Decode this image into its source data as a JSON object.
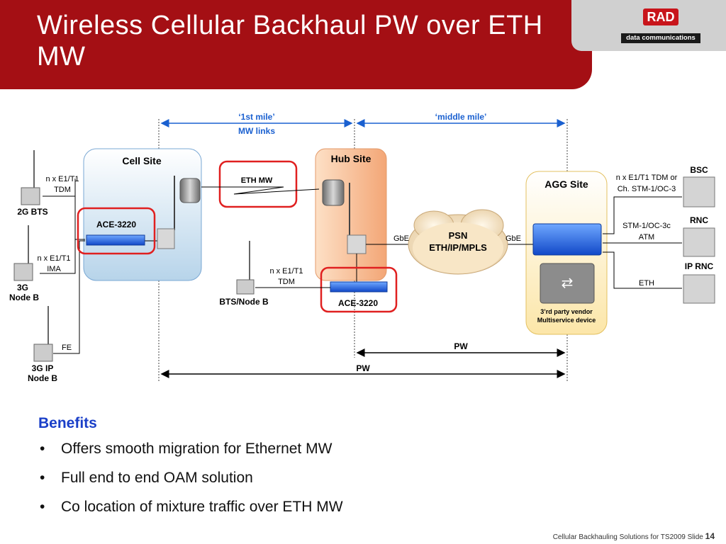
{
  "title": "Wireless Cellular Backhaul PW over ETH MW",
  "logo": {
    "brand": "RAD",
    "tagline": "data communications"
  },
  "diagram": {
    "mile1": "‘1st mile’",
    "mile1_sub": "MW links",
    "middle_mile": "‘middle mile’",
    "cell_site": "Cell Site",
    "hub_site": "Hub Site",
    "agg_site": "AGG Site",
    "eth_mw": "ETH MW",
    "ace_left": "ACE-3220",
    "ace_hub": "ACE-3220",
    "bts2g": "2G BTS",
    "node3g_a": "3G",
    "node3g_b": "Node B",
    "node3gip_a": "3G IP",
    "node3gip_b": "Node B",
    "bts_nodeb": "BTS/Node B",
    "e1t1_a": "n x E1/T1",
    "tdm_a": "TDM",
    "e1t1_b": "n x E1/T1",
    "ima": "IMA",
    "fe": "FE",
    "e1t1_c": "n x E1/T1",
    "tdm_c": "TDM",
    "psn_a": "PSN",
    "psn_b": "ETH/IP/MPLS",
    "gbe_left": "GbE",
    "gbe_right": "GbE",
    "bsc": "BSC",
    "rnc": "RNC",
    "iprnc": "IP RNC",
    "tdm_or_a": "n x E1/T1 TDM or",
    "tdm_or_b": "Ch. STM-1/OC-3",
    "stm_a": "STM-1/OC-3c",
    "stm_b": "ATM",
    "eth": "ETH",
    "vendor_a": "3’rd party vendor",
    "vendor_b": "Multiservice device",
    "pw_short": "PW",
    "pw_long": "PW"
  },
  "benefits": {
    "heading": "Benefits",
    "items": [
      "Offers smooth migration for Ethernet MW",
      "Full end to end OAM solution",
      "Co location of mixture  traffic over ETH MW"
    ]
  },
  "footer": {
    "text": "Cellular Backhauling Solutions for TS2009  Slide",
    "page": "14"
  }
}
